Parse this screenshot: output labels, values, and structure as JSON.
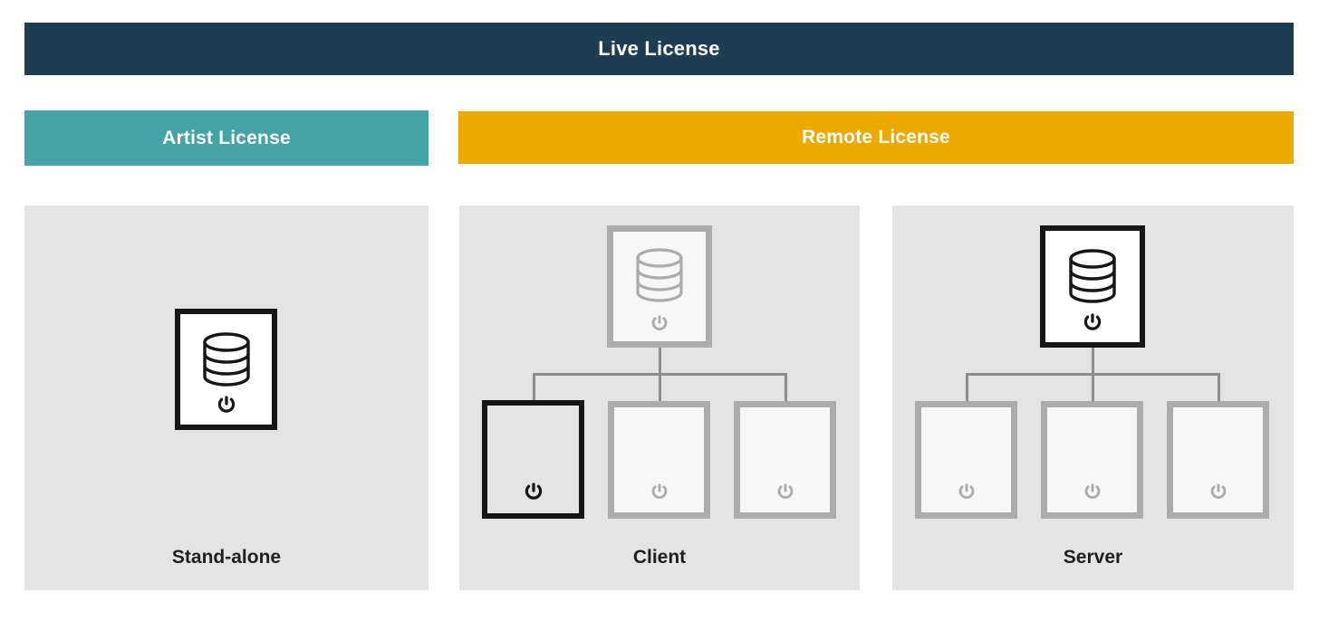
{
  "header": {
    "title": "Live License",
    "bg_color": "#1e3d53",
    "text_color": "#ffffff"
  },
  "categories": [
    {
      "id": "artist",
      "label": "Artist License",
      "bg_color": "#45a3a8",
      "text_color": "#ffffff"
    },
    {
      "id": "remote",
      "label": "Remote License",
      "bg_color": "#eda900",
      "text_color": "#ffffff"
    }
  ],
  "panels": [
    {
      "id": "stand-alone",
      "caption": "Stand-alone",
      "bg_color": "#e4e4e4",
      "layout": "single",
      "nodes": [
        {
          "role": "standalone-machine",
          "highlighted": true,
          "has_database": true,
          "has_power": true,
          "power_color": "#161616",
          "border_color": "#161616"
        }
      ]
    },
    {
      "id": "client",
      "caption": "Client",
      "bg_color": "#e4e4e4",
      "layout": "tree",
      "nodes": [
        {
          "role": "server-node",
          "highlighted": false,
          "has_database": true,
          "has_power": true,
          "power_color": "#acacac",
          "border_color": "#acacac"
        },
        {
          "role": "client-node-1",
          "highlighted": true,
          "has_database": false,
          "has_power": true,
          "power_color": "#161616",
          "border_color": "#161616"
        },
        {
          "role": "client-node-2",
          "highlighted": false,
          "has_database": false,
          "has_power": true,
          "power_color": "#acacac",
          "border_color": "#acacac"
        },
        {
          "role": "client-node-3",
          "highlighted": false,
          "has_database": false,
          "has_power": true,
          "power_color": "#acacac",
          "border_color": "#acacac"
        }
      ]
    },
    {
      "id": "server",
      "caption": "Server",
      "bg_color": "#e4e4e4",
      "layout": "tree",
      "nodes": [
        {
          "role": "server-node",
          "highlighted": true,
          "has_database": true,
          "has_power": true,
          "power_color": "#161616",
          "border_color": "#161616"
        },
        {
          "role": "client-node-1",
          "highlighted": false,
          "has_database": false,
          "has_power": true,
          "power_color": "#acacac",
          "border_color": "#acacac"
        },
        {
          "role": "client-node-2",
          "highlighted": false,
          "has_database": false,
          "has_power": true,
          "power_color": "#acacac",
          "border_color": "#acacac"
        },
        {
          "role": "client-node-3",
          "highlighted": false,
          "has_database": false,
          "has_power": true,
          "power_color": "#acacac",
          "border_color": "#acacac"
        }
      ]
    }
  ],
  "icons": {
    "database": "database-icon",
    "power": "power-icon"
  },
  "connector_color": "#8d8d8d"
}
